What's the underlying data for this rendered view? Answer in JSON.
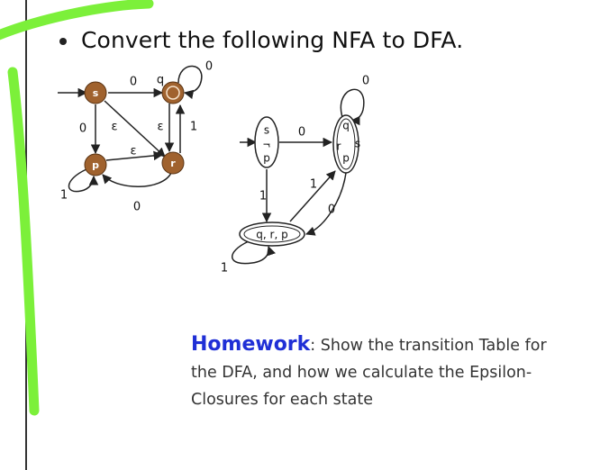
{
  "slide": {
    "title": "Convert the following NFA to DFA.",
    "nfa": {
      "states": {
        "s": "s",
        "q": "q",
        "p": "p",
        "r": "r"
      },
      "labels": {
        "s_to_q": "0",
        "s_to_q_extra": "q",
        "q_loop": "0",
        "s_to_p": "0",
        "s_to_r": "ε",
        "q_to_r": "ε",
        "r_to_q": "1",
        "p_to_r": "ε",
        "r_to_p": "0",
        "p_loop": "1"
      }
    },
    "dfa": {
      "states": {
        "start": [
          "s",
          "r",
          "p"
        ],
        "right": [
          "q",
          "r",
          "s",
          "p"
        ],
        "bottom": "q, r, p"
      },
      "labels": {
        "start_to_right": "0",
        "right_loop": "0",
        "start_to_bottom": "1",
        "bottom_to_right": "1",
        "right_to_bottom": "0",
        "bottom_loop": "1"
      }
    },
    "homework": {
      "heading": "Homework",
      "colon": ":",
      "line1": " Show the transition Table for",
      "line2": "the DFA, and how we calculate the Epsilon-",
      "line3": "Closures for each state"
    },
    "colors": {
      "nfa_state": "#a0622e",
      "heading": "#1f2fd6",
      "annotation": "#7cf03a"
    }
  }
}
